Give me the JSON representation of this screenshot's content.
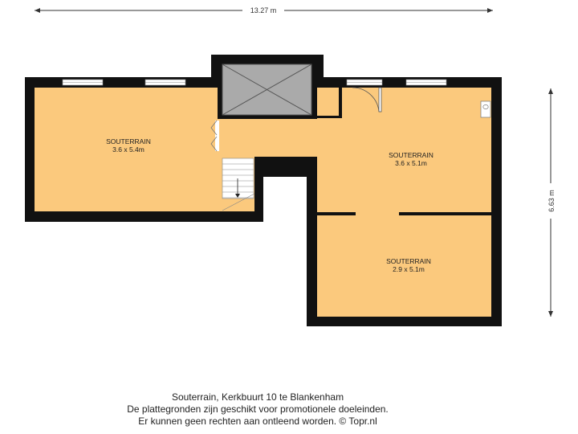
{
  "dimensions": {
    "width": "13.27 m",
    "height": "6.63 m"
  },
  "rooms": [
    {
      "name": "SOUTERRAIN",
      "size": "3.6 x 5.4m"
    },
    {
      "name": "SOUTERRAIN",
      "size": "3.6 x 5.1m"
    },
    {
      "name": "SOUTERRAIN",
      "size": "2.9 x 5.1m"
    }
  ],
  "caption": {
    "line1": "Souterrain, Kerkbuurt 10 te Blankenham",
    "line2": "De plattegronden zijn geschikt voor promotionele doeleinden.",
    "line3": "Er kunnen geen rechten aan ontleend worden. © Topr.nl"
  },
  "colors": {
    "floor": "#FBC97D",
    "wall": "#111111",
    "void": "#AAAAAA"
  }
}
